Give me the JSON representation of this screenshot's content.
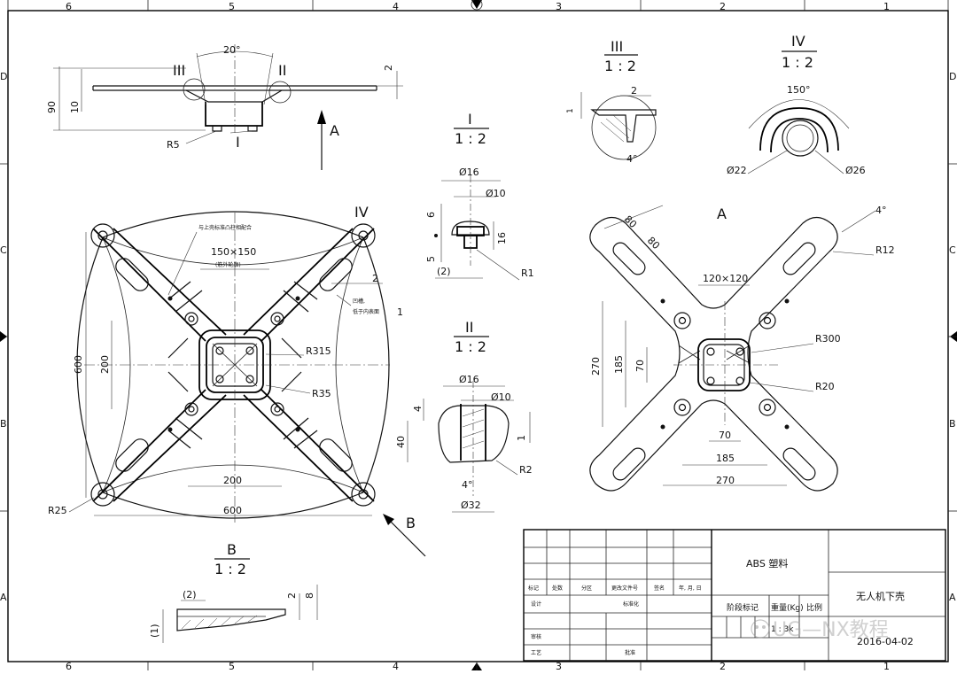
{
  "border": {
    "top_numbers": [
      "6",
      "5",
      "4",
      "3",
      "2",
      "1"
    ],
    "bottom_numbers": [
      "6",
      "5",
      "4",
      "3",
      "2",
      "1"
    ],
    "left_letters": [
      "D",
      "C",
      "B",
      "A"
    ],
    "right_letters": [
      "D",
      "C",
      "B",
      "A"
    ]
  },
  "side_view": {
    "angle": "20°",
    "label_III": "III",
    "label_II": "II",
    "label_I": "I",
    "dim_2": "2",
    "dim_90": "90",
    "dim_10": "10",
    "r5": "R5",
    "view_A": "A"
  },
  "detail_I": {
    "title": "I",
    "scale": "1 : 2",
    "d16": "Ø16",
    "d10": "Ø10",
    "d6": "6",
    "d16v": "16",
    "d5": "5",
    "d2": "(2)",
    "r1": "R1"
  },
  "detail_II": {
    "title": "II",
    "scale": "1 : 2",
    "d16": "Ø16",
    "d10": "Ø10",
    "d4": "4",
    "d40": "40",
    "d1": "1",
    "r2": "R2",
    "ang": "4°",
    "d32": "Ø32"
  },
  "detail_III": {
    "title": "III",
    "scale": "1 : 2",
    "d2": "2",
    "d1": "1",
    "ang": "4°"
  },
  "detail_IV": {
    "title": "IV",
    "scale": "1 : 2",
    "ang": "150°",
    "d22": "Ø22",
    "d26": "Ø26"
  },
  "top_view": {
    "note1": "与上壳标准凸柱相配合",
    "box": "150×150",
    "box_note": "(筋外轮廓)",
    "d2": "2",
    "groove": "凹槽,",
    "groove2": "低于内表面",
    "groove_v": "1",
    "label_IV": "IV",
    "r315": "R315",
    "r35": "R35",
    "d600v": "600",
    "d200v": "200",
    "d200h": "200",
    "d600h": "600",
    "r25": "R25",
    "view_B": "B"
  },
  "view_A": {
    "title": "A",
    "d80a": "80",
    "d80b": "80",
    "ang": "4°",
    "r12": "R12",
    "box": "120×120",
    "r300": "R300",
    "r20": "R20",
    "d270v": "270",
    "d185v": "185",
    "d70v": "70",
    "d70h": "70",
    "d185h": "185",
    "d270h": "270"
  },
  "section_B": {
    "title": "B",
    "scale": "1 : 2",
    "d2top": "(2)",
    "d2": "2",
    "d8": "8",
    "d1": "(1)"
  },
  "title_block": {
    "material": "ABS 塑料",
    "part_name": "无人机下壳",
    "date": "2016-04-02",
    "h_mark": "标记",
    "h_count": "处数",
    "h_zone": "分区",
    "h_doc": "更改文件号",
    "h_sign": "签名",
    "h_ymd": "年, 月, 日",
    "r_design": "设计",
    "r_std": "标准化",
    "r_check": "审核",
    "r_proc": "工艺",
    "r_approve": "批准",
    "stage": "阶段标记",
    "weight": "重量(Kg)",
    "ratio": "比例",
    "watermark": "UG—NX教程",
    "weight_val": "1 : 3k"
  }
}
